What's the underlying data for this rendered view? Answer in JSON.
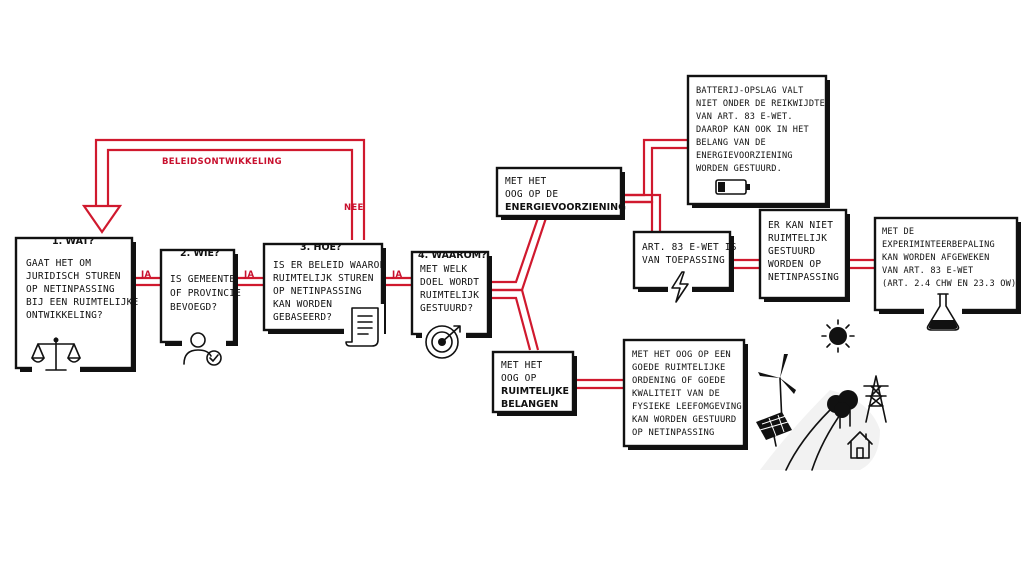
{
  "colors": {
    "ink": "#111111",
    "red": "#d0192e",
    "background": "#ffffff"
  },
  "labels": {
    "policy_loop": "BELEIDSONTWIKKELING",
    "nee": "NEE",
    "ja": "JA"
  },
  "boxes": {
    "wat": {
      "title": "1. WAT?",
      "lines": [
        "GAAT HET OM",
        "JURIDISCH STUREN",
        "OP NETINPASSING",
        "BIJ EEN RUIMTELIJKE",
        "ONTWIKKELING?"
      ],
      "icon": "scales-icon"
    },
    "wie": {
      "title": "2. WIE?",
      "lines": [
        "IS GEMEENTE",
        "OF PROVINCIE",
        "BEVOEGD?"
      ],
      "icon": "user-check-icon"
    },
    "hoe": {
      "title": "3. HOE?",
      "lines": [
        "IS ER BELEID WAAROP",
        "RUIMTELIJK STUREN",
        "OP NETINPASSING",
        "KAN WORDEN",
        "GEBASEERD?"
      ],
      "icon": "scroll-icon"
    },
    "waarom": {
      "title": "4. WAAROM?",
      "lines": [
        "MET WELK",
        "DOEL WORDT",
        "RUIMTELIJK",
        "GESTUURD?"
      ],
      "icon": "target-icon"
    },
    "energie": {
      "lines": [
        "MET HET",
        "OOG OP DE"
      ],
      "bold_line": "ENERGIEVOORZIENING"
    },
    "ruimtelijk": {
      "lines": [
        "MET HET",
        "OOG OP"
      ],
      "bold_lines": [
        "RUIMTELIJKE",
        "BELANGEN"
      ]
    },
    "batterij": {
      "lines": [
        "BATTERIJ-OPSLAG VALT",
        "NIET ONDER DE REIKWIJDTE",
        "VAN ART. 83 E-WET.",
        "DAAROP KAN OOK IN HET",
        "BELANG VAN DE",
        "ENERGIEVOORZIENING",
        "WORDEN GESTUURD."
      ],
      "icon": "battery-icon"
    },
    "art83": {
      "lines": [
        "ART. 83 E-WET IS",
        "VAN TOEPASSING"
      ],
      "icon": "lightning-icon"
    },
    "niet_sturen": {
      "lines": [
        "ER KAN NIET",
        "RUIMTELIJK",
        "GESTUURD",
        "WORDEN OP",
        "NETINPASSING"
      ]
    },
    "experiment": {
      "lines": [
        "MET DE",
        "EXPERIMINTEERBEPALING",
        "KAN WORDEN AFGEWEKEN",
        "VAN ART. 83 E-WET",
        "(ART. 2.4 CHW EN 23.3 OW)"
      ],
      "icon": "flask-icon"
    },
    "ordening": {
      "lines": [
        "MET HET OOG OP EEN",
        "GOEDE RUIMTELIJKE",
        "ORDENING OF GOEDE",
        "KWALITEIT VAN DE",
        "FYSIEKE LEEFOMGEVING",
        "KAN WORDEN GESTUURD",
        "OP NETINPASSING"
      ]
    }
  },
  "scene_icons": [
    "wind-turbine-icon",
    "solar-panel-icon",
    "sun-icon",
    "trees-icon",
    "pylon-icon",
    "house-icon",
    "road-icon"
  ]
}
